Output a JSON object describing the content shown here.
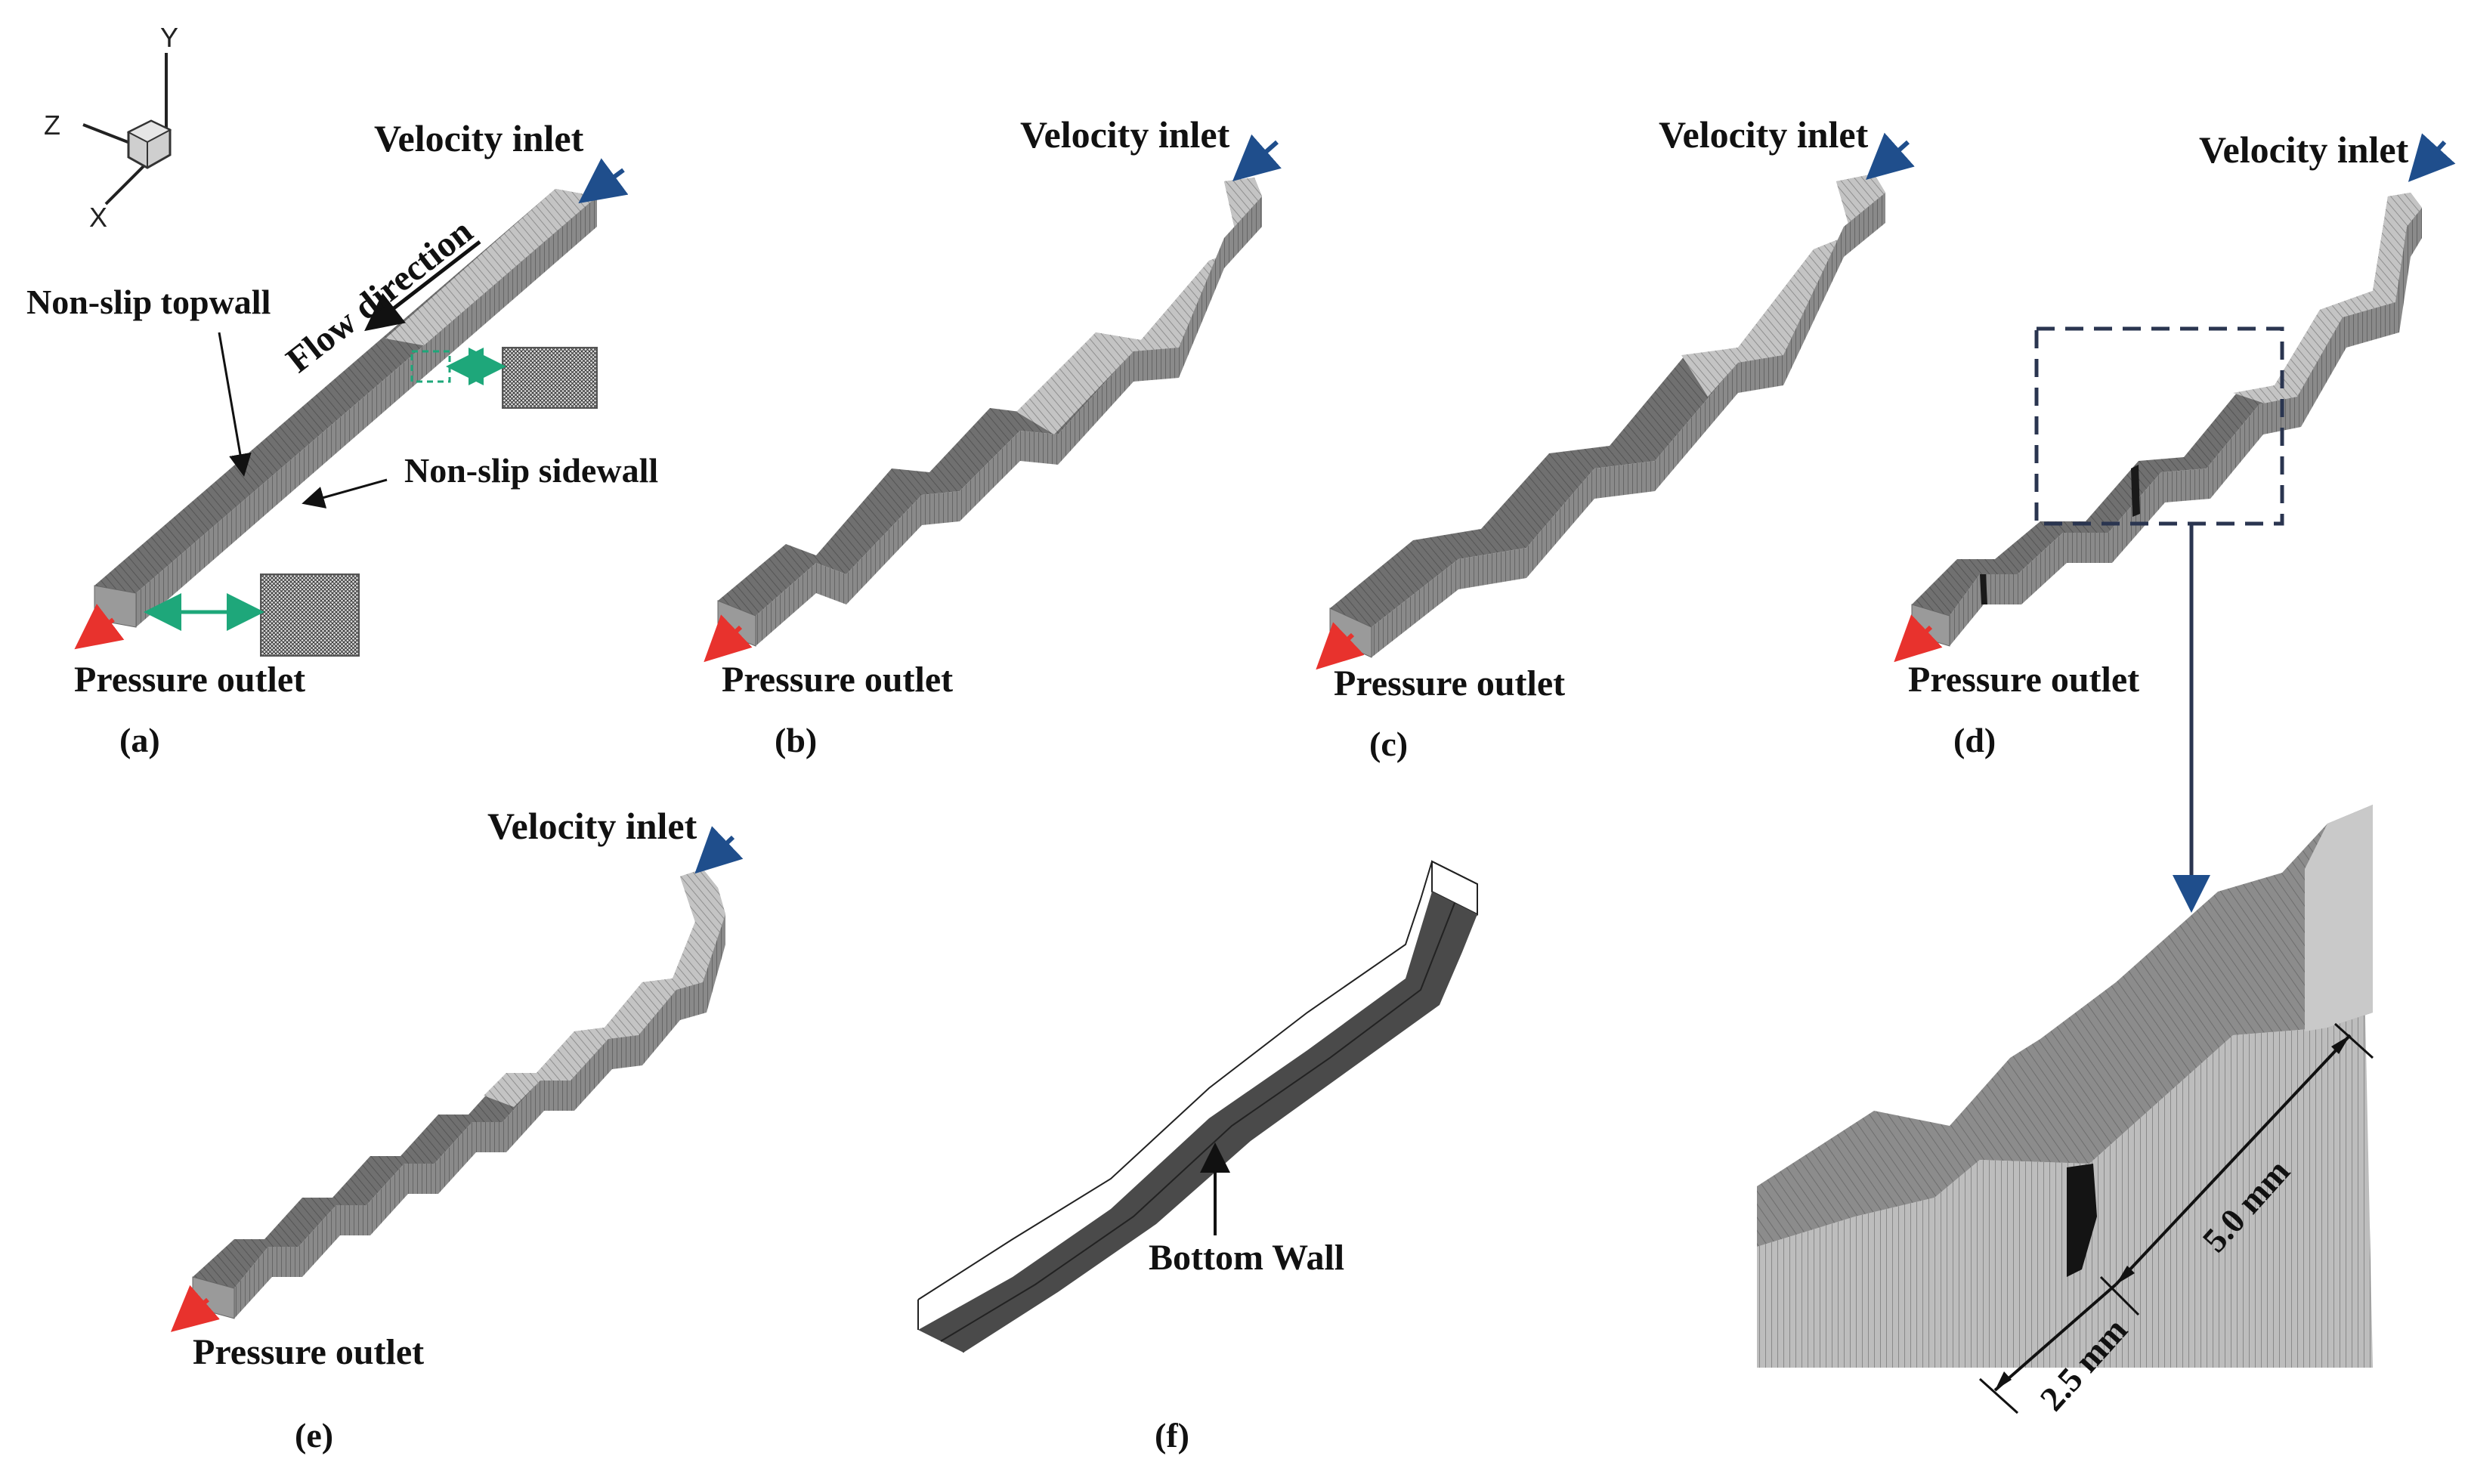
{
  "colors": {
    "inlet_arrow": "#1f4e8c",
    "outlet_arrow": "#e8322d",
    "zoom_arrow": "#1ea77a",
    "dashed_box": "#2a3550",
    "light_mesh": "#b9b9b9",
    "dark_mesh": "#6a6a6a"
  },
  "axes": {
    "x": "X",
    "y": "Y",
    "z": "Z"
  },
  "panels": {
    "a": {
      "label": "(a)",
      "velocity_inlet": "Velocity inlet",
      "pressure_outlet": "Pressure outlet",
      "flow_direction": "Flow direction",
      "topwall": "Non-slip topwall",
      "sidewall": "Non-slip sidewall"
    },
    "b": {
      "label": "(b)",
      "velocity_inlet": "Velocity inlet",
      "pressure_outlet": "Pressure outlet"
    },
    "c": {
      "label": "(c)",
      "velocity_inlet": "Velocity inlet",
      "pressure_outlet": "Pressure outlet"
    },
    "d": {
      "label": "(d)",
      "velocity_inlet": "Velocity inlet",
      "pressure_outlet": "Pressure outlet"
    },
    "e": {
      "label": "(e)",
      "velocity_inlet": "Velocity inlet",
      "pressure_outlet": "Pressure outlet"
    },
    "f": {
      "label": "(f)",
      "bottom_wall": "Bottom Wall"
    },
    "zoom": {
      "dim_long": "5.0 mm",
      "dim_short": "2.5 mm"
    }
  }
}
